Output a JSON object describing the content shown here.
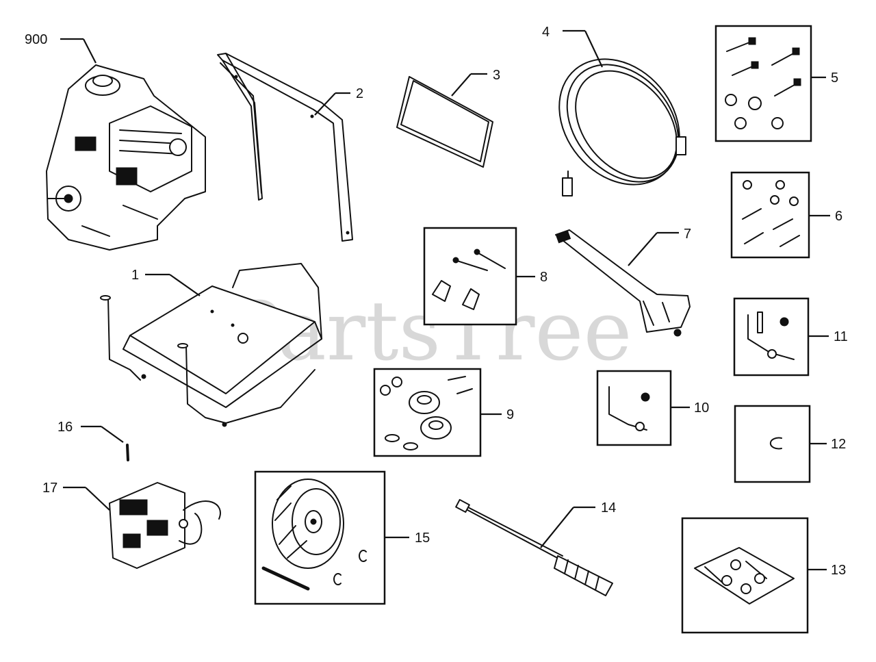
{
  "watermark": "PartsTree",
  "callouts": {
    "c900": "900",
    "c1": "1",
    "c2": "2",
    "c3": "3",
    "c4": "4",
    "c5": "5",
    "c6": "6",
    "c7": "7",
    "c8": "8",
    "c9": "9",
    "c10": "10",
    "c11": "11",
    "c12": "12",
    "c13": "13",
    "c14": "14",
    "c15": "15",
    "c16": "16",
    "c17": "17"
  },
  "colors": {
    "ink": "#111111",
    "watermark": "#b9b9b9",
    "background": "#ffffff"
  }
}
